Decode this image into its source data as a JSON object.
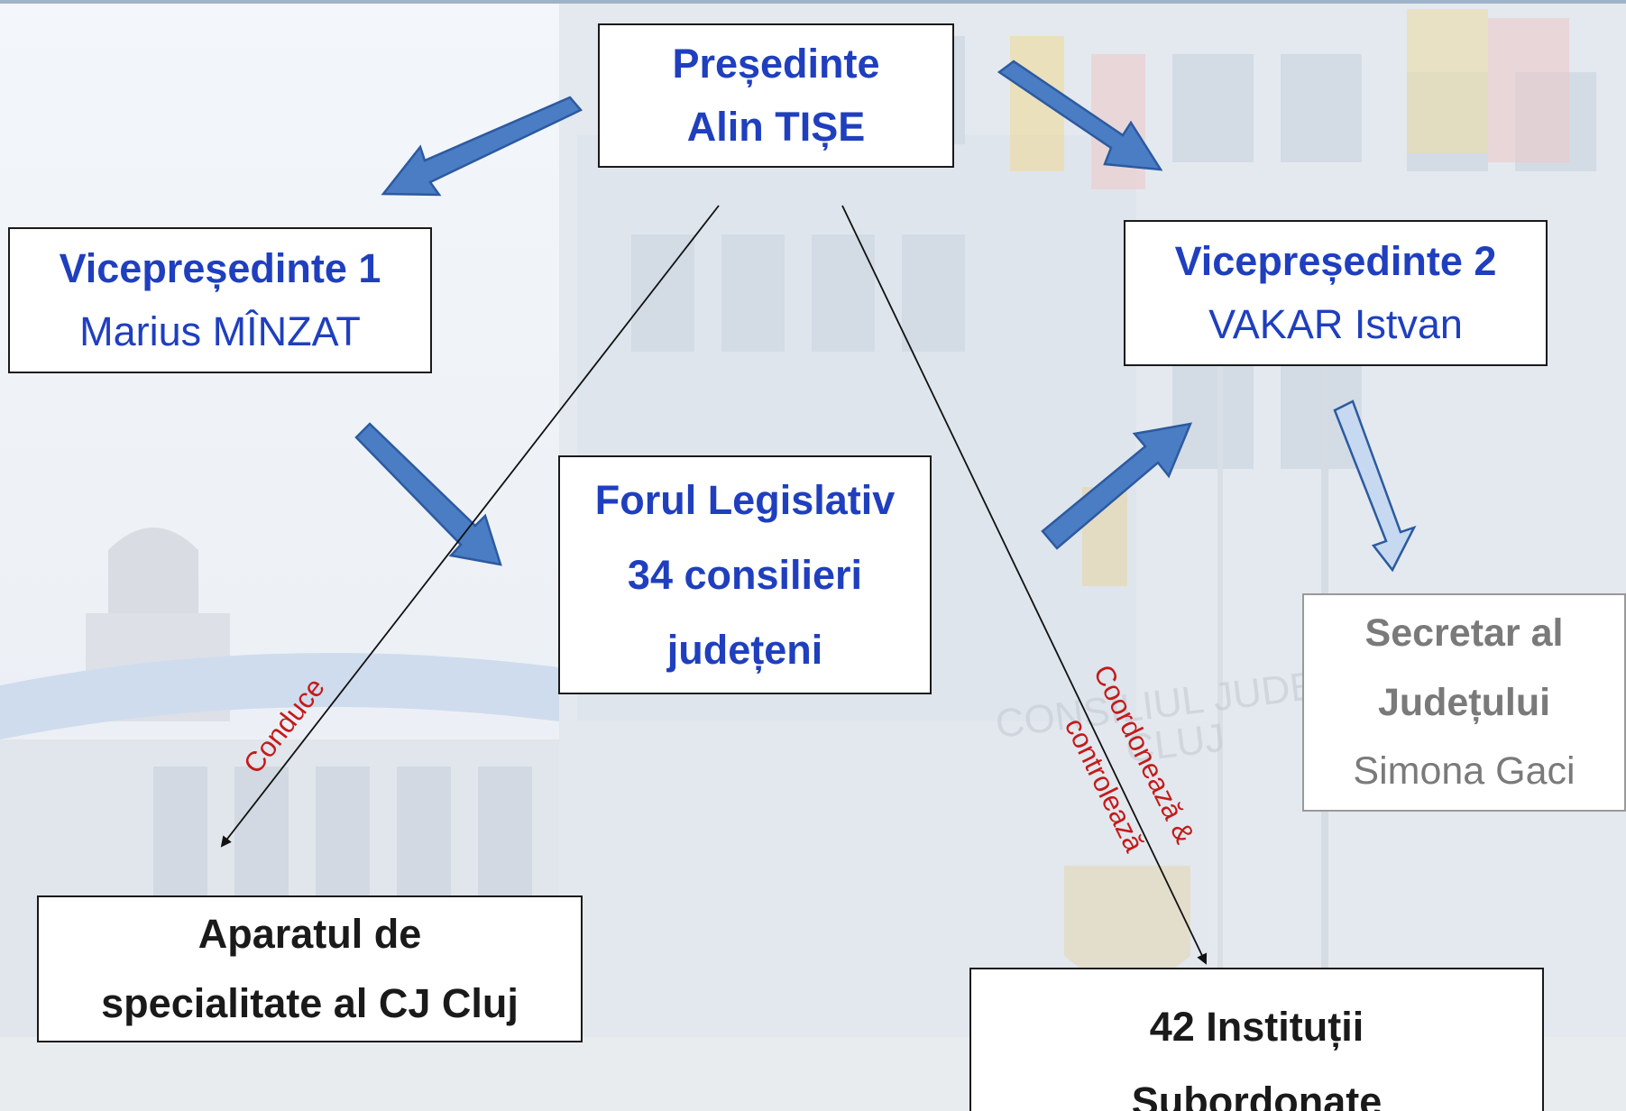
{
  "president": {
    "title": "Președinte",
    "name": "Alin TIȘE"
  },
  "vice1": {
    "title": "Vicepreședinte 1",
    "name": "Marius MÎNZAT"
  },
  "vice2": {
    "title": "Vicepreședinte 2",
    "name": "VAKAR Istvan"
  },
  "forum": {
    "line1": "Forul Legislativ",
    "line2": "34 consilieri",
    "line3": "județeni"
  },
  "secretary": {
    "line1": "Secretar al",
    "line2": "Județului",
    "name": "Simona Gaci"
  },
  "apparatus": {
    "line1": "Aparatul de",
    "line2": "specialitate al CJ Cluj"
  },
  "institutions": {
    "line1": "42 Instituții",
    "line2": "Subordonate"
  },
  "edge_labels": {
    "conduce": "Conduce",
    "coordoneaza_line1": "Coordonează &",
    "coordoneaza_line2": "controlează"
  },
  "background_sign": {
    "line1": "CONSILIUL JUDEȚEAN",
    "line2": "CLUJ"
  },
  "colors": {
    "title_blue": "#1f3fbf",
    "arrow_blue": "#4a7dc4",
    "arrow_light": "#c6d9f1",
    "label_red": "#c41a1a",
    "secretary_grey": "#7a7a7a"
  }
}
